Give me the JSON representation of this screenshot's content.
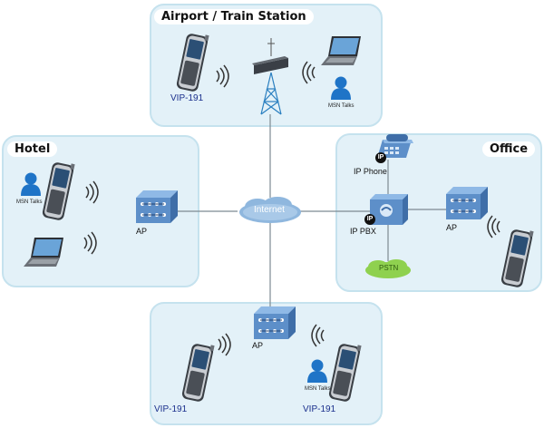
{
  "panels": {
    "airport": {
      "title": "Airport / Train Station"
    },
    "hotel": {
      "title": "Hotel"
    },
    "office": {
      "title": "Office"
    }
  },
  "labels": {
    "vip_airport": "VIP-191",
    "msn_airport": "MSN Talks",
    "msn_hotel": "MSN Talks",
    "ap_hotel": "AP",
    "internet": "Internet",
    "ip_phone": "IP Phone",
    "ip_pbx": "IP PBX",
    "ap_office": "AP",
    "pstn": "PSTN",
    "ip_badge": "IP",
    "ap_bottom": "AP",
    "vip_bottom_left": "VIP-191",
    "vip_bottom_right": "VIP-191",
    "msn_bottom": "MSN Talks"
  },
  "colors": {
    "panel_fill": "#e3f1f8",
    "panel_border": "#c5e2ee",
    "link_line": "#7d8a92",
    "device_blue": "#5d8fc9",
    "person_blue": "#1f74c7",
    "cloud": "#8fb7de",
    "pstn": "#8fd14f",
    "label_blue": "#1a2f8c"
  }
}
